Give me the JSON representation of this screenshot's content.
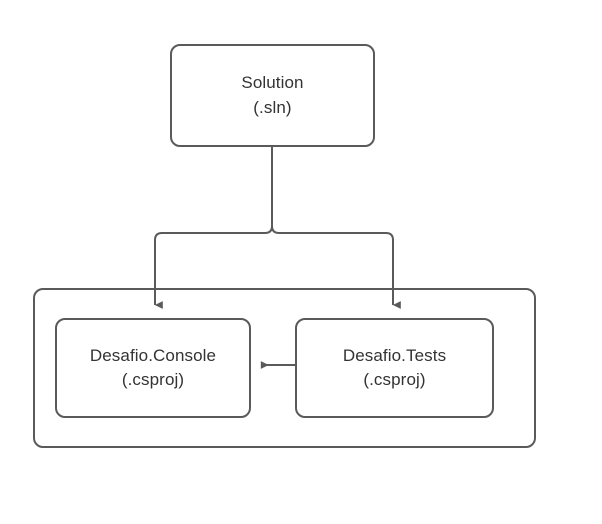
{
  "diagram": {
    "type": "flowchart",
    "title": "Solution project structure",
    "background_color": "#ffffff",
    "stroke_color": "#5a5a5a",
    "text_color": "#333333",
    "nodes": [
      {
        "id": "solution",
        "name": "solution-node",
        "shape": "rounded-rectangle",
        "line1": "Solution",
        "line2": "(.sln)"
      },
      {
        "id": "console",
        "name": "console-project-node",
        "shape": "rounded-rectangle",
        "line1": "Desafio.Console",
        "line2": "(.csproj)"
      },
      {
        "id": "tests",
        "name": "tests-project-node",
        "shape": "rounded-rectangle",
        "line1": "Desafio.Tests",
        "line2": "(.csproj)"
      }
    ],
    "group": {
      "id": "projects-group",
      "name": "projects-group-container",
      "label": "",
      "shape": "rounded-rectangle"
    },
    "edges": [
      {
        "id": "solution-to-console",
        "from": "solution",
        "to": "console",
        "label": "",
        "arrow": "end",
        "style": "orthogonal"
      },
      {
        "id": "solution-to-tests",
        "from": "solution",
        "to": "tests",
        "label": "",
        "arrow": "end",
        "style": "orthogonal"
      },
      {
        "id": "tests-to-console",
        "from": "tests",
        "to": "console",
        "label": "",
        "arrow": "end",
        "style": "straight"
      }
    ]
  }
}
